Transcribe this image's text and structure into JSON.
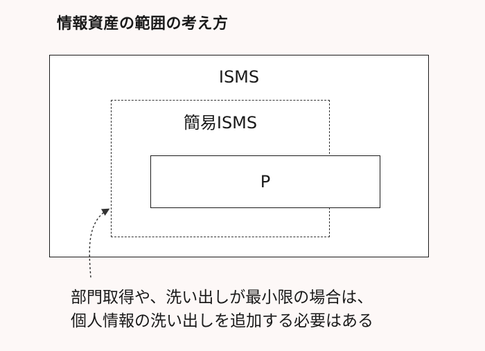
{
  "title": "情報資産の範囲の考え方",
  "diagram": {
    "outer_label": "ISMS",
    "middle_label": "簡易ISMS",
    "inner_label": "P"
  },
  "caption": {
    "line1": "部門取得や、洗い出しが最小限の場合は、",
    "line2": "個人情報の洗い出しを追加する必要はある"
  }
}
